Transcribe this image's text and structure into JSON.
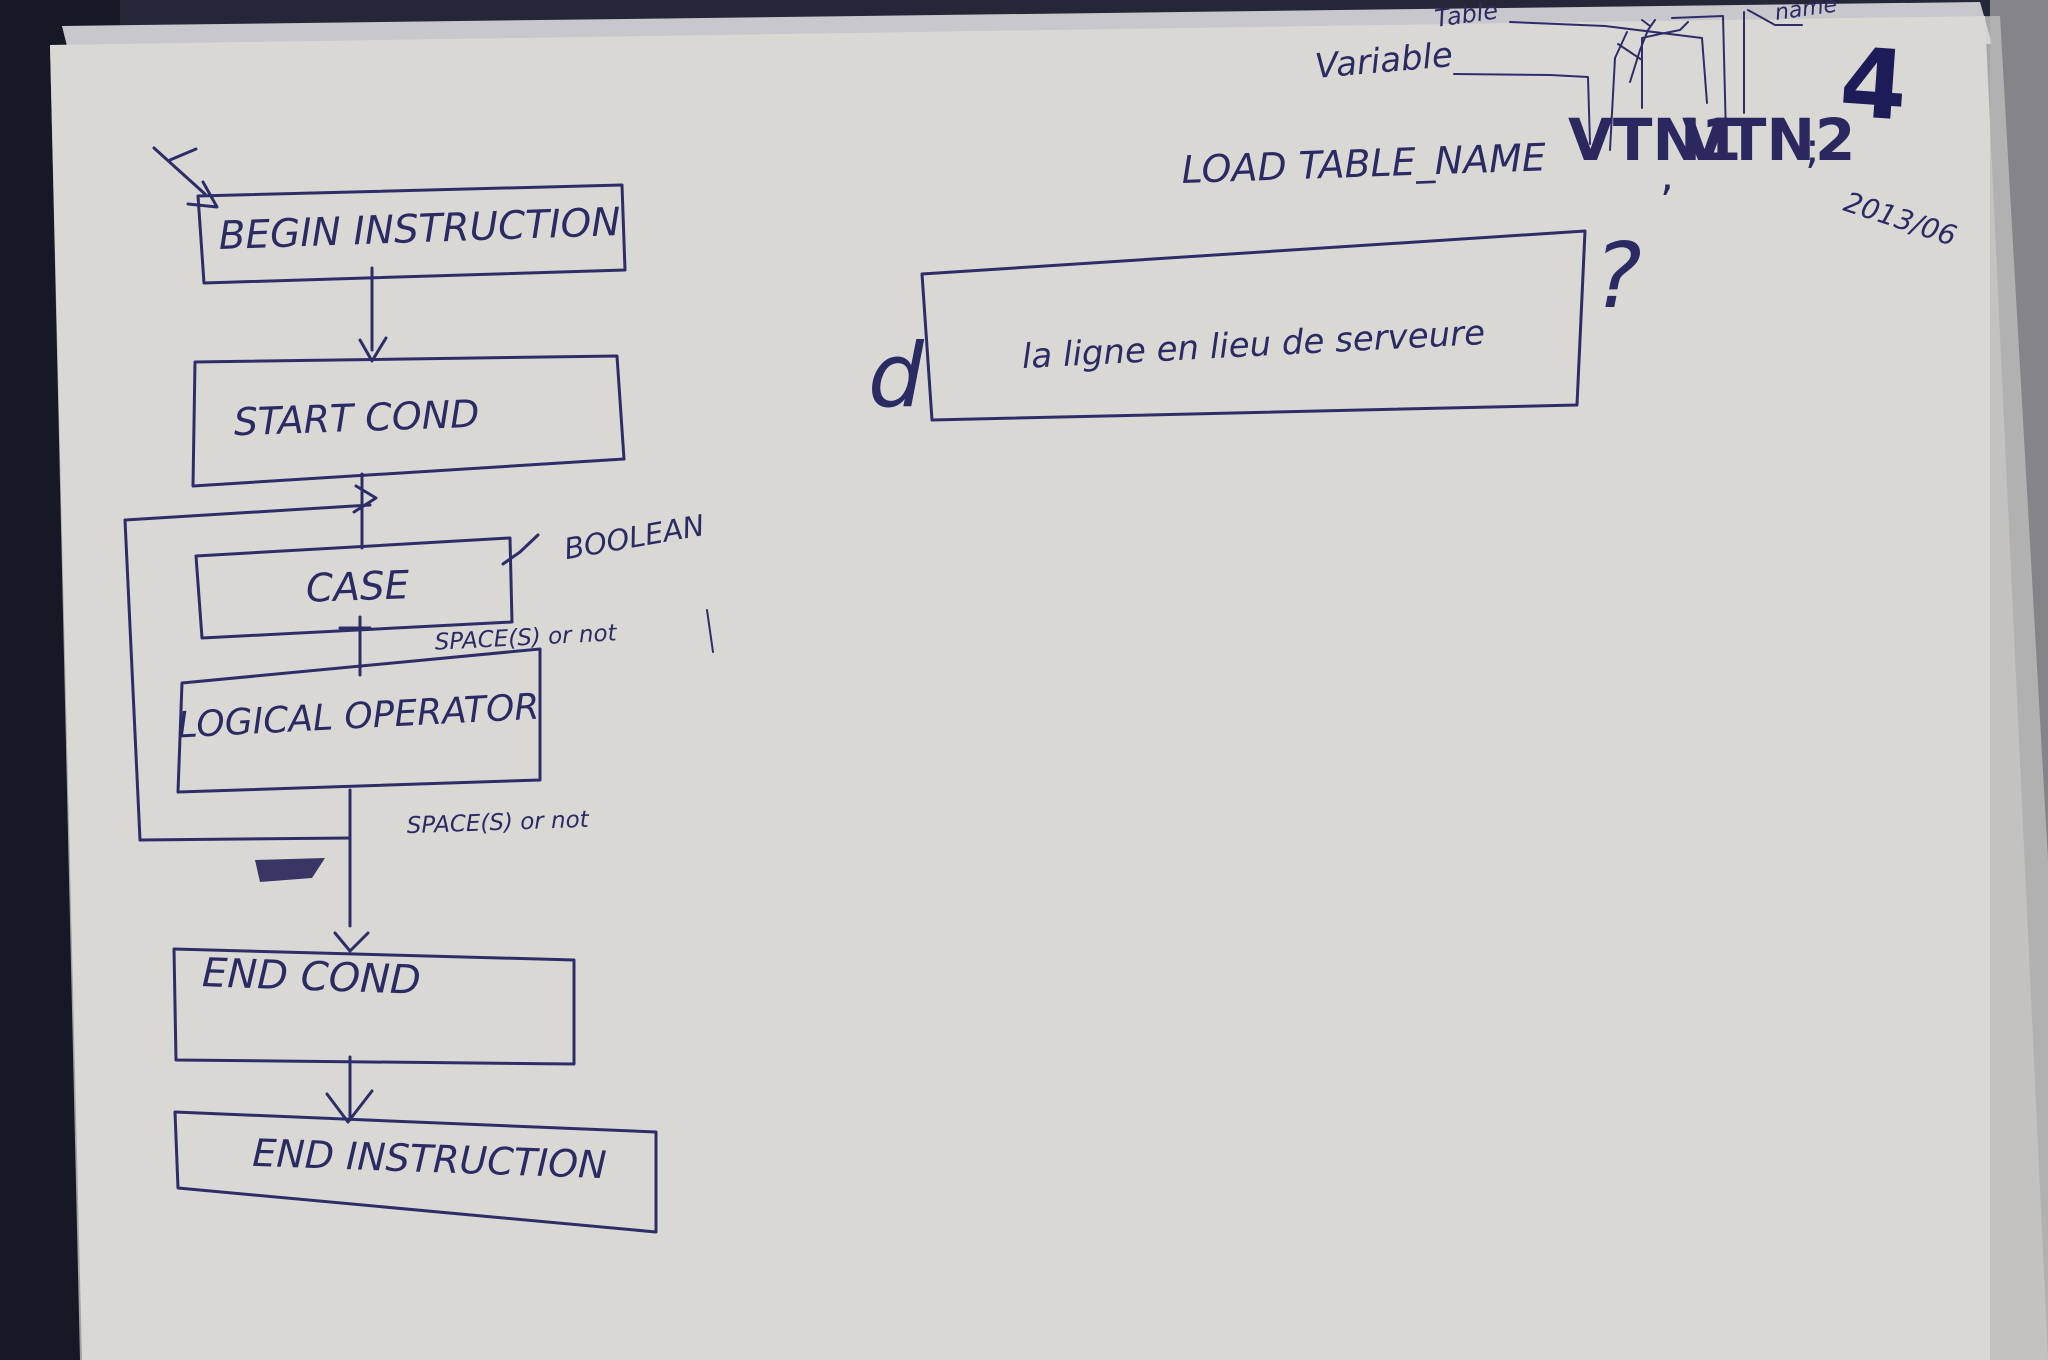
{
  "paper": {
    "color": "#d9d7d6",
    "ink": "#2f2d68"
  },
  "flowchart": {
    "begin_box": "BEGIN INSTRUCTION",
    "start_box": "START COND",
    "case_box": "CASE",
    "case_note": "BOOLEAN",
    "space_note_1": "SPACE(S) or not",
    "logical_box": "LOGICAL OPERATOR",
    "space_note_2": "SPACE(S) or not",
    "end_cond_box": "END COND",
    "end_instruction_box": "END INSTRUCTION"
  },
  "syntax": {
    "load_text": "LOAD TABLE_NAME",
    "vtn1": "VTN1",
    "comma": ",",
    "vtn2": "VTN2",
    "semicolon": ";",
    "label_variable": "Variable",
    "label_table": "Table",
    "label_name": "name",
    "page_number": "4",
    "date": "2013/06"
  },
  "loop_box": {
    "text": "la ligne en lieu de serveure",
    "left_mark": "d",
    "right_mark": "?"
  }
}
